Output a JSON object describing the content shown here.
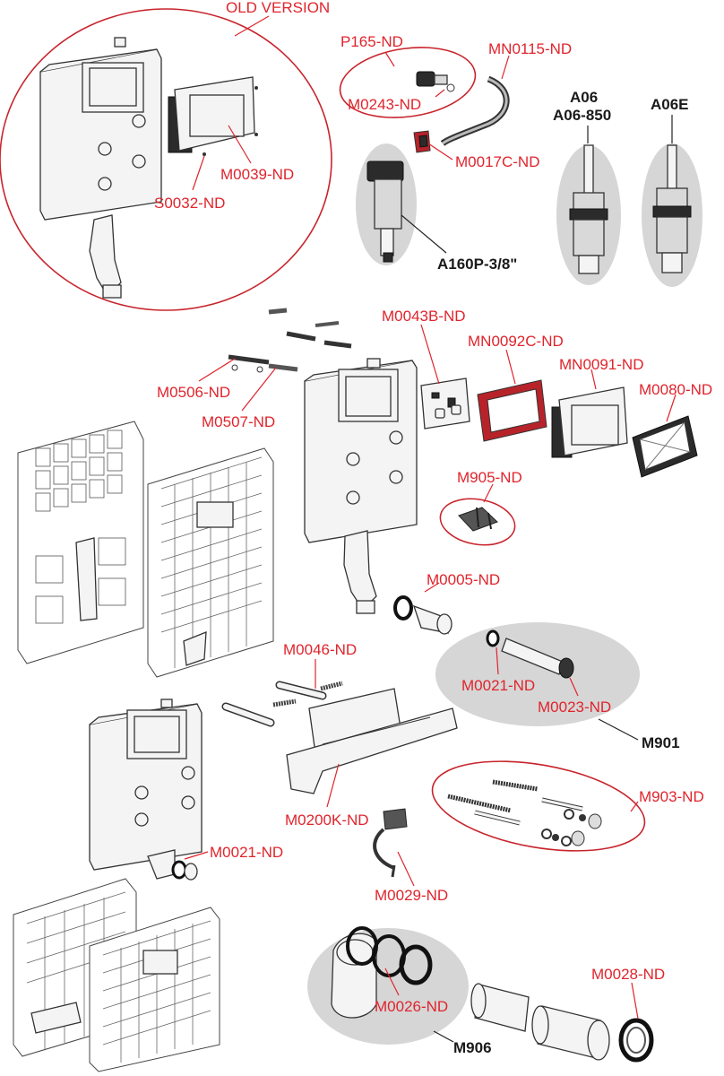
{
  "labels": {
    "old_version": "OLD VERSION",
    "m0039": "M0039-ND",
    "s0032": "S0032-ND",
    "p165": "P165-ND",
    "m0243": "M0243-ND",
    "mn0115": "MN0115-ND",
    "m0017c": "M0017C-ND",
    "a160p": "A160P-3/8\"",
    "a06": "A06",
    "a06_850": "A06-850",
    "a06e": "A06E",
    "m0043b": "M0043B-ND",
    "mn0092c": "MN0092C-ND",
    "mn0091": "MN0091-ND",
    "m0080": "M0080-ND",
    "m0506": "M0506-ND",
    "m0507": "M0507-ND",
    "m905": "M905-ND",
    "m0005": "M0005-ND",
    "m0021_top": "M0021-ND",
    "m0023": "M0023-ND",
    "m901": "M901",
    "m0046": "M0046-ND",
    "m0200k": "M0200K-ND",
    "m903": "M903-ND",
    "m0021_bottom": "M0021-ND",
    "m0029": "M0029-ND",
    "m0026": "M0026-ND",
    "m0028": "M0028-ND",
    "m906": "M906"
  },
  "colors": {
    "label_red": "#e0242c",
    "label_black": "#1a1a1a",
    "highlight_gray": "#d6d6d6",
    "accent_part_red": "#b8232a"
  }
}
